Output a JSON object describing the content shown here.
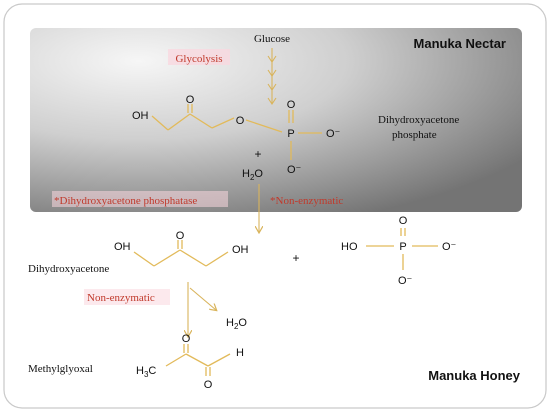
{
  "sections": {
    "nectar_title": "Manuka Nectar",
    "honey_title": "Manuka Honey"
  },
  "pathway": {
    "start": "Glucose",
    "step_glycolysis": "Glycolysis",
    "enzyme_phosphatase": "*Dihydroxyacetone phosphatase",
    "non_enzymatic_top": "*Non-enzymatic",
    "non_enzymatic_bottom": "Non-enzymatic"
  },
  "molecules": {
    "dhap_name_line1": "Dihydroxyacetone",
    "dhap_name_line2": "phosphate",
    "dha_name": "Dihydroxyacetone",
    "mgo_name": "Methylglyoxal",
    "plus": "+",
    "water": "H2O"
  },
  "atoms": {
    "O": "O",
    "OH": "OH",
    "HO": "HO",
    "P": "P",
    "H": "H",
    "O_minus": "O⁻",
    "H3C": "H3C"
  },
  "colors": {
    "gradient_light": "#f2f2f2",
    "gradient_dark": "#7a7a7a",
    "bond_color": "#e2ba5a",
    "arrow_color": "#d9b45c",
    "text_red": "#c0392b",
    "highlight_pink": "#f9d7df",
    "black": "#111111"
  }
}
